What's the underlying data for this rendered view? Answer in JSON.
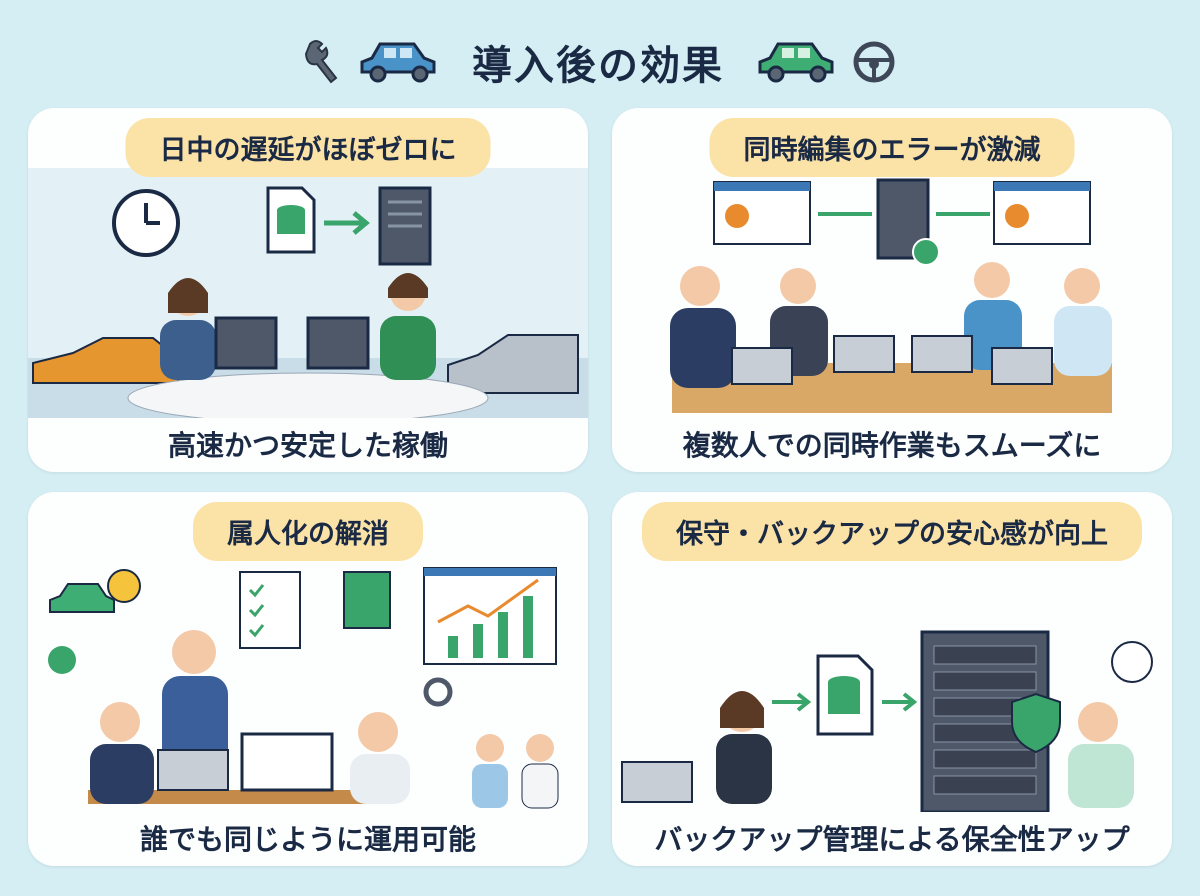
{
  "header": {
    "title": "導入後の効果",
    "icons": [
      "wrench-icon",
      "blue-car-icon",
      "green-car-icon",
      "steering-wheel-icon"
    ]
  },
  "cards": [
    {
      "heading": "日中の遅延がほぼゼロに",
      "caption": "高速かつ安定した稼働"
    },
    {
      "heading": "同時編集のエラーが激減",
      "caption": "複数人での同時作業もスムーズに"
    },
    {
      "heading": "属人化の解消",
      "caption": "誰でも同じように運用可能"
    },
    {
      "heading": "保守・バックアップの安心感が向上",
      "caption": "バックアップ管理による保全性アップ"
    }
  ],
  "colors": {
    "background": "#d4eef4",
    "heading_pill": "#fbe2a6",
    "text": "#1b2a44",
    "accent_green": "#3aa56b",
    "accent_blue": "#4a8fc7"
  }
}
